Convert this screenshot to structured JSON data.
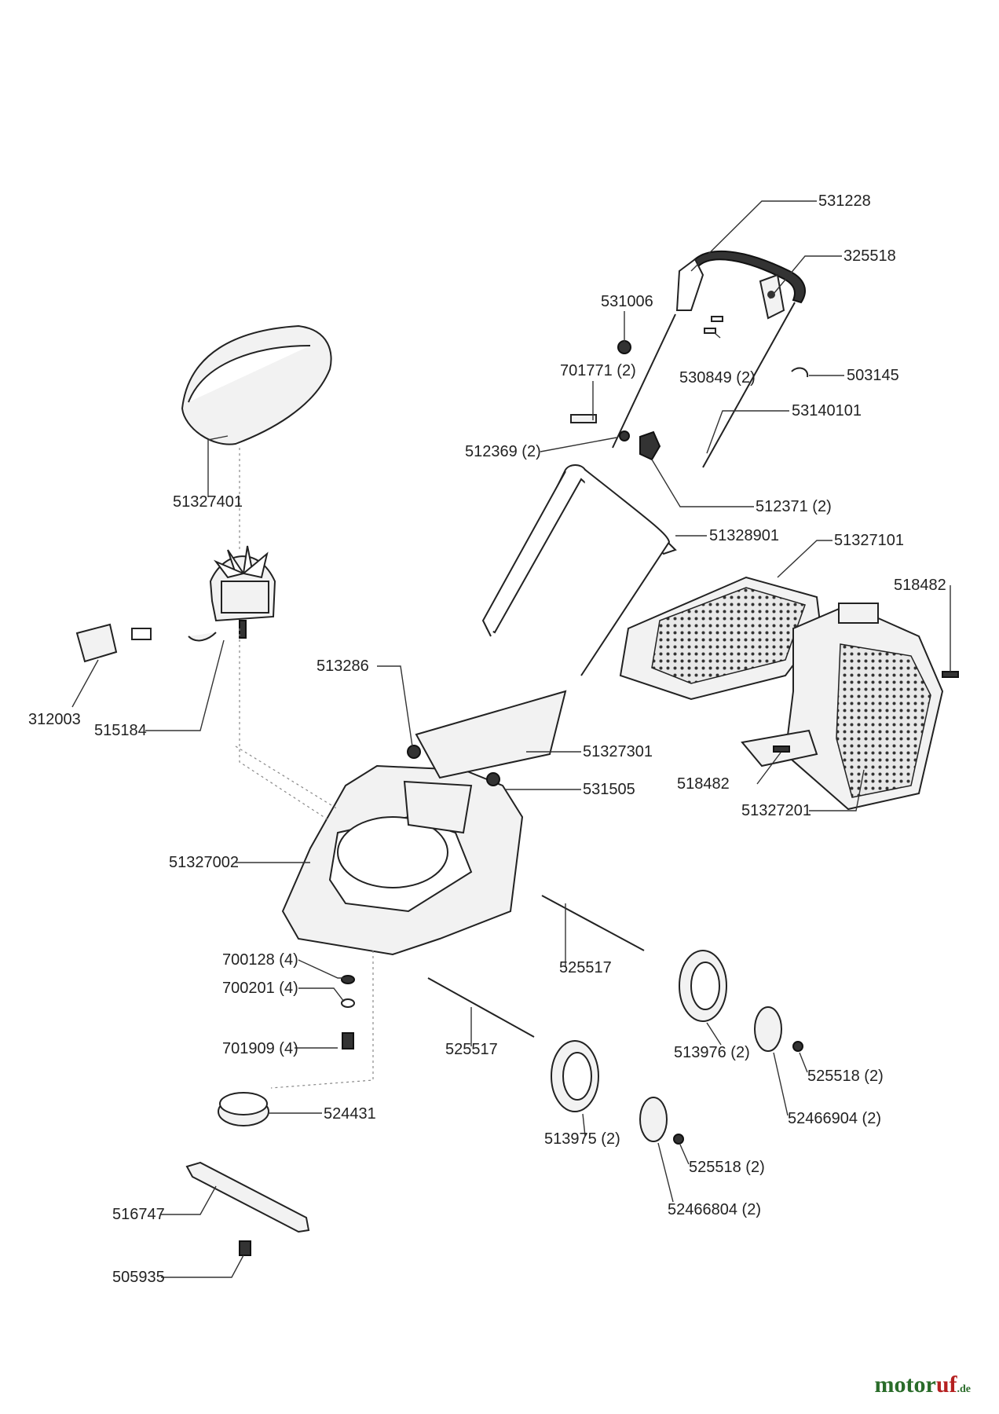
{
  "labels": {
    "p531228": "531228",
    "p325518": "325518",
    "p531006": "531006",
    "p701771": "701771 (2)",
    "p530849": "530849 (2)",
    "p503145": "503145",
    "p53140101": "53140101",
    "p512369": "512369 (2)",
    "p512371": "512371 (2)",
    "p51327401": "51327401",
    "p51328901": "51328901",
    "p51327101": "51327101",
    "p518482a": "518482",
    "p312003": "312003",
    "p515184": "515184",
    "p513286": "513286",
    "p51327301": "51327301",
    "p531505": "531505",
    "p518482b": "518482",
    "p51327201": "51327201",
    "p51327002": "51327002",
    "p525517a": "525517",
    "p700128": "700128 (4)",
    "p700201": "700201 (4)",
    "p525517b": "525517",
    "p513976": "513976 (2)",
    "p525518a": "525518 (2)",
    "p701909": "701909 (4)",
    "p52466904": "52466904 (2)",
    "p524431": "524431",
    "p513975": "513975 (2)",
    "p525518b": "525518 (2)",
    "p52466804": "52466804 (2)",
    "p516747": "516747",
    "p505935": "505935"
  },
  "brand": {
    "name_main": "motor",
    "name_accent": "uf",
    "suffix": ".de"
  }
}
